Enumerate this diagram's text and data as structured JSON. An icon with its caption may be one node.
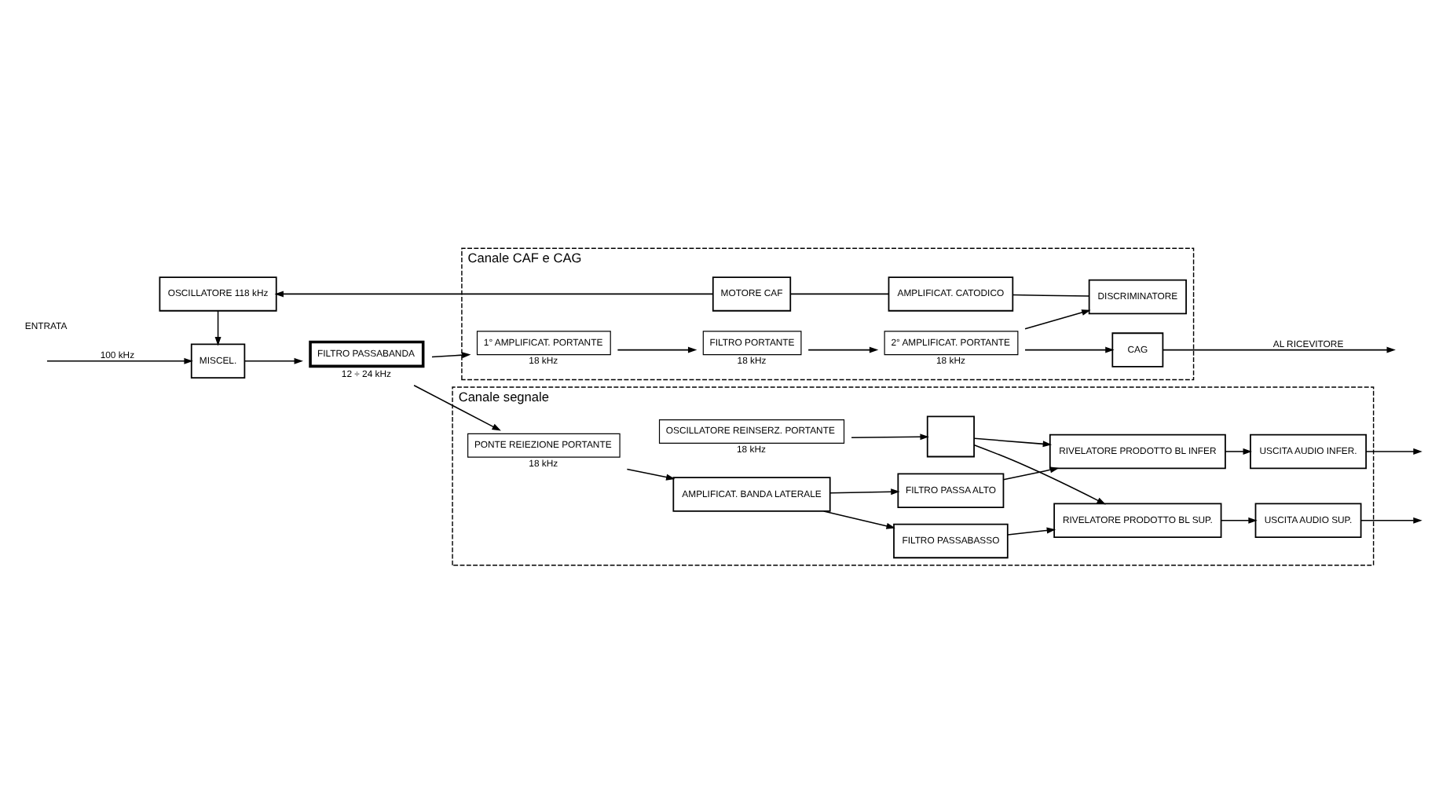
{
  "diagram": {
    "nodes": [
      {
        "text": [
          "Canale segnale"
        ]
      },
      {
        "text": [
          "Canale CAF e CAG"
        ]
      },
      {
        "text": [
          "MISCEL."
        ]
      },
      {
        "text": [
          "FILTRO PASSABANDA"
        ],
        "beside": [
          "12 ÷ 24 kHz"
        ]
      },
      {
        "text": [
          "PONTE REIEZIONE PORTANTE"
        ],
        "in": 0,
        "beside": [
          "18 kHz"
        ]
      },
      {
        "text": [
          "AMPLIFICAT. BANDA LATERALE"
        ],
        "in": 0
      },
      {
        "text": [
          "FILTRO PASSABASSO"
        ],
        "in": 0
      },
      {
        "text": [
          "FILTRO PASSA ALTO"
        ],
        "in": 0
      },
      {
        "text": [
          "RIVELATORE PRODOTTO BL SUP."
        ],
        "in": 0
      },
      {
        "text": [
          "RIVELATORE PRODOTTO BL INFER"
        ],
        "in": 0
      },
      {
        "text": [
          "USCITA AUDIO SUP."
        ],
        "in": 0
      },
      {
        "text": [
          "USCITA AUDIO INFER."
        ],
        "in": 0
      },
      {
        "text": [
          "OSCILLATORE REINSERZ. PORTANTE"
        ],
        "in": 0,
        "beside": [
          "18 kHz"
        ]
      },
      {
        "text": [],
        "shape": "box",
        "in": 0
      },
      {
        "text": [
          "1° AMPLIFICAT. PORTANTE"
        ],
        "in": 1,
        "beside": [
          "18 kHz"
        ]
      },
      {
        "text": [
          "FILTRO PORTANTE"
        ],
        "in": 1,
        "beside": [
          "18 kHz"
        ]
      },
      {
        "text": [
          "2° AMPLIFICAT. PORTANTE"
        ],
        "in": 1,
        "beside": [
          "18 kHz"
        ]
      },
      {
        "text": [
          "CAG"
        ],
        "in": 1
      },
      {
        "text": [
          "DISCRIMINATORE"
        ],
        "in": 1
      },
      {
        "text": [
          "AMPLIFICAT. CATODICO"
        ],
        "in": 1
      },
      {
        "text": [
          "MOTORE CAF"
        ],
        "in": 1
      },
      {
        "text": [
          "OSCILLATORE 118 kHz"
        ]
      }
    ],
    "edges": [
      {
        "from": null,
        "to": 2,
        "arrow": "to",
        "label": "100 kHz"
      },
      {
        "from": 2,
        "to": 3,
        "arrow": "to"
      },
      {
        "from": 3,
        "to": 4,
        "arrow": "to"
      },
      {
        "from": 3,
        "to": 14,
        "arrow": "to"
      },
      {
        "from": 4,
        "to": 5,
        "arrow": "to"
      },
      {
        "from": 5,
        "to": 6,
        "arrow": "to"
      },
      {
        "from": 5,
        "to": 7,
        "arrow": "to"
      },
      {
        "from": 6,
        "to": 8,
        "arrow": "to"
      },
      {
        "from": 7,
        "to": 9,
        "arrow": "to"
      },
      {
        "from": 12,
        "to": 13,
        "arrow": "to"
      },
      {
        "from": 13,
        "to": 8,
        "arrow": "to"
      },
      {
        "from": 13,
        "to": 9,
        "arrow": "to"
      },
      {
        "from": 8,
        "to": 10,
        "arrow": "to"
      },
      {
        "from": 9,
        "to": 11,
        "arrow": "to"
      },
      {
        "from": 10,
        "to": null,
        "arrow": "to"
      },
      {
        "from": 11,
        "to": null,
        "arrow": "to"
      },
      {
        "from": 14,
        "to": 15,
        "arrow": "to"
      },
      {
        "from": 15,
        "to": 16,
        "arrow": "to"
      },
      {
        "from": 16,
        "to": 17,
        "arrow": "to"
      },
      {
        "from": 16,
        "to": 18,
        "arrow": "to"
      },
      {
        "from": 17,
        "to": null,
        "arrow": "to",
        "label": "AL RICEVITORE"
      },
      {
        "from": 18,
        "to": 19,
        "arrow": "none"
      },
      {
        "from": 19,
        "to": 20,
        "arrow": "none"
      },
      {
        "from": 20,
        "to": 21,
        "arrow": "to"
      },
      {
        "from": 21,
        "to": 2,
        "arrow": "to"
      }
    ],
    "labels": [
      "ENTRATA"
    ]
  }
}
